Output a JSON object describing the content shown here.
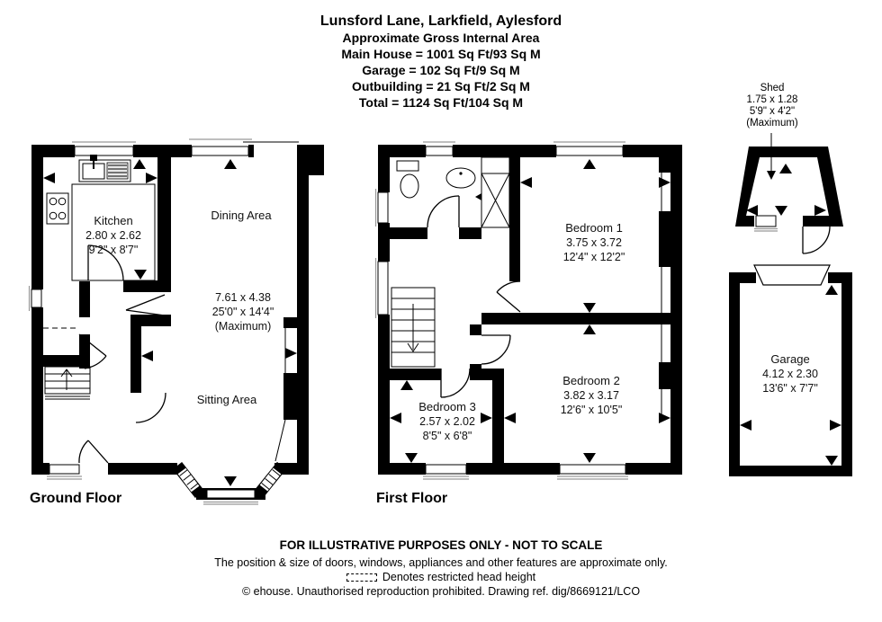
{
  "header": {
    "address": "Lunsford Lane, Larkfield, Aylesford",
    "area_heading": "Approximate Gross Internal Area",
    "area_lines": [
      "Main House = 1001 Sq Ft/93 Sq M",
      "Garage = 102 Sq Ft/9 Sq M",
      "Outbuilding = 21 Sq Ft/2 Sq M",
      "Total = 1124 Sq Ft/104 Sq M"
    ]
  },
  "floors": {
    "ground": {
      "label": "Ground Floor",
      "kitchen": {
        "name": "Kitchen",
        "metric": "2.80 x 2.62",
        "imperial": "9'2\" x 8'7\""
      },
      "dining": {
        "name": "Dining Area"
      },
      "reception": {
        "metric": "7.61 x 4.38",
        "imperial": "25'0\" x 14'4\"",
        "note": "(Maximum)"
      },
      "sitting": {
        "name": "Sitting Area"
      }
    },
    "first": {
      "label": "First Floor",
      "bedroom1": {
        "name": "Bedroom 1",
        "metric": "3.75 x 3.72",
        "imperial": "12'4\" x 12'2\""
      },
      "bedroom2": {
        "name": "Bedroom 2",
        "metric": "3.82 x 3.17",
        "imperial": "12'6\" x 10'5\""
      },
      "bedroom3": {
        "name": "Bedroom 3",
        "metric": "2.57 x 2.02",
        "imperial": "8'5\" x 6'8\""
      }
    },
    "shed": {
      "name": "Shed",
      "metric": "1.75 x 1.28",
      "imperial": "5'9\" x 4'2\"",
      "note": "(Maximum)"
    },
    "garage": {
      "name": "Garage",
      "metric": "4.12 x 2.30",
      "imperial": "13'6\" x 7'7\""
    }
  },
  "footer": {
    "disclaimer1": "FOR ILLUSTRATIVE PURPOSES ONLY - NOT TO SCALE",
    "disclaimer2": "The position & size of doors, windows, appliances and other features are approximate only.",
    "legend": "Denotes restricted head height",
    "copyright": "© ehouse. Unauthorised reproduction prohibited. Drawing ref. dig/8669121/LCO"
  },
  "colors": {
    "wall": "#000000",
    "background": "#ffffff",
    "sill": "#999999"
  }
}
